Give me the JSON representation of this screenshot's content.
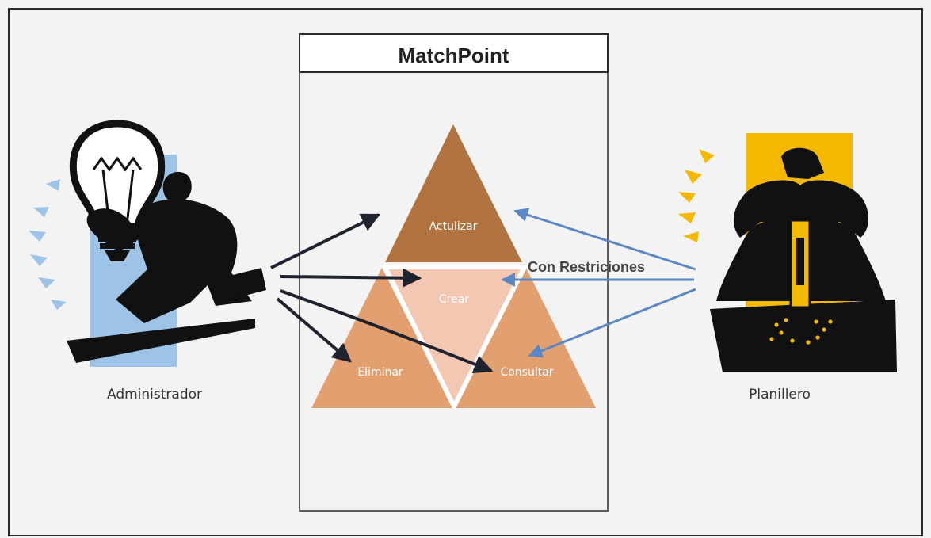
{
  "system": {
    "title": "MatchPoint"
  },
  "actors": {
    "admin": {
      "label": "Administrador"
    },
    "planner": {
      "label": "Planillero"
    }
  },
  "operations": {
    "update": "Actulizar",
    "create": "Crear",
    "delete": "Eliminar",
    "query": "Consultar"
  },
  "note": "Con Restriciones",
  "colors": {
    "update": "#b0733f",
    "create": "#f3c7b2",
    "delete": "#e2a070",
    "query": "#e2a070",
    "admin_arrows": "#1f2330",
    "planner_arrows": "#5b87c4",
    "admin_backdrop": "#9dc3e6",
    "planner_backdrop": "#f5b800"
  }
}
